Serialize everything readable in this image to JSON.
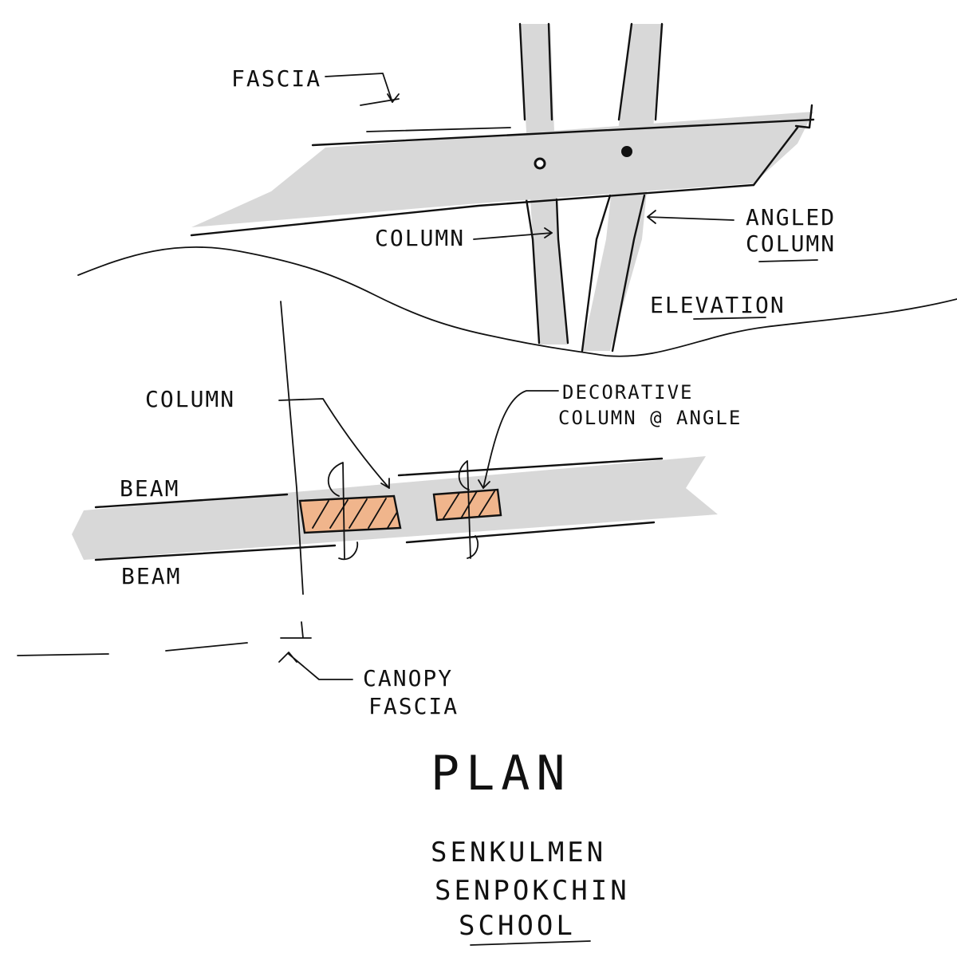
{
  "colors": {
    "ink": "#111111",
    "member_fill": "#d8d8d8",
    "column_fill": "#f0b58c",
    "background": "#ffffff"
  },
  "elevation": {
    "fascia_label": "FASCIA",
    "column_label": "COLUMN",
    "angled_column_label_line1": "ANGLED",
    "angled_column_label_line2": "COLUMN",
    "view_title": "ELEVATION"
  },
  "plan": {
    "column_label": "COLUMN",
    "decorative_label_line1": "DECORATIVE",
    "decorative_label_line2": "COLUMN @ ANGLE",
    "beam_top_label": "BEAM",
    "beam_bottom_label": "BEAM",
    "canopy_label_line1": "CANOPY",
    "canopy_label_line2": "FASCIA",
    "view_title": "PLAN"
  },
  "project": {
    "line1": "SENKULMEN",
    "line2": "SENPOKCHIN",
    "line3": "SCHOOL"
  }
}
